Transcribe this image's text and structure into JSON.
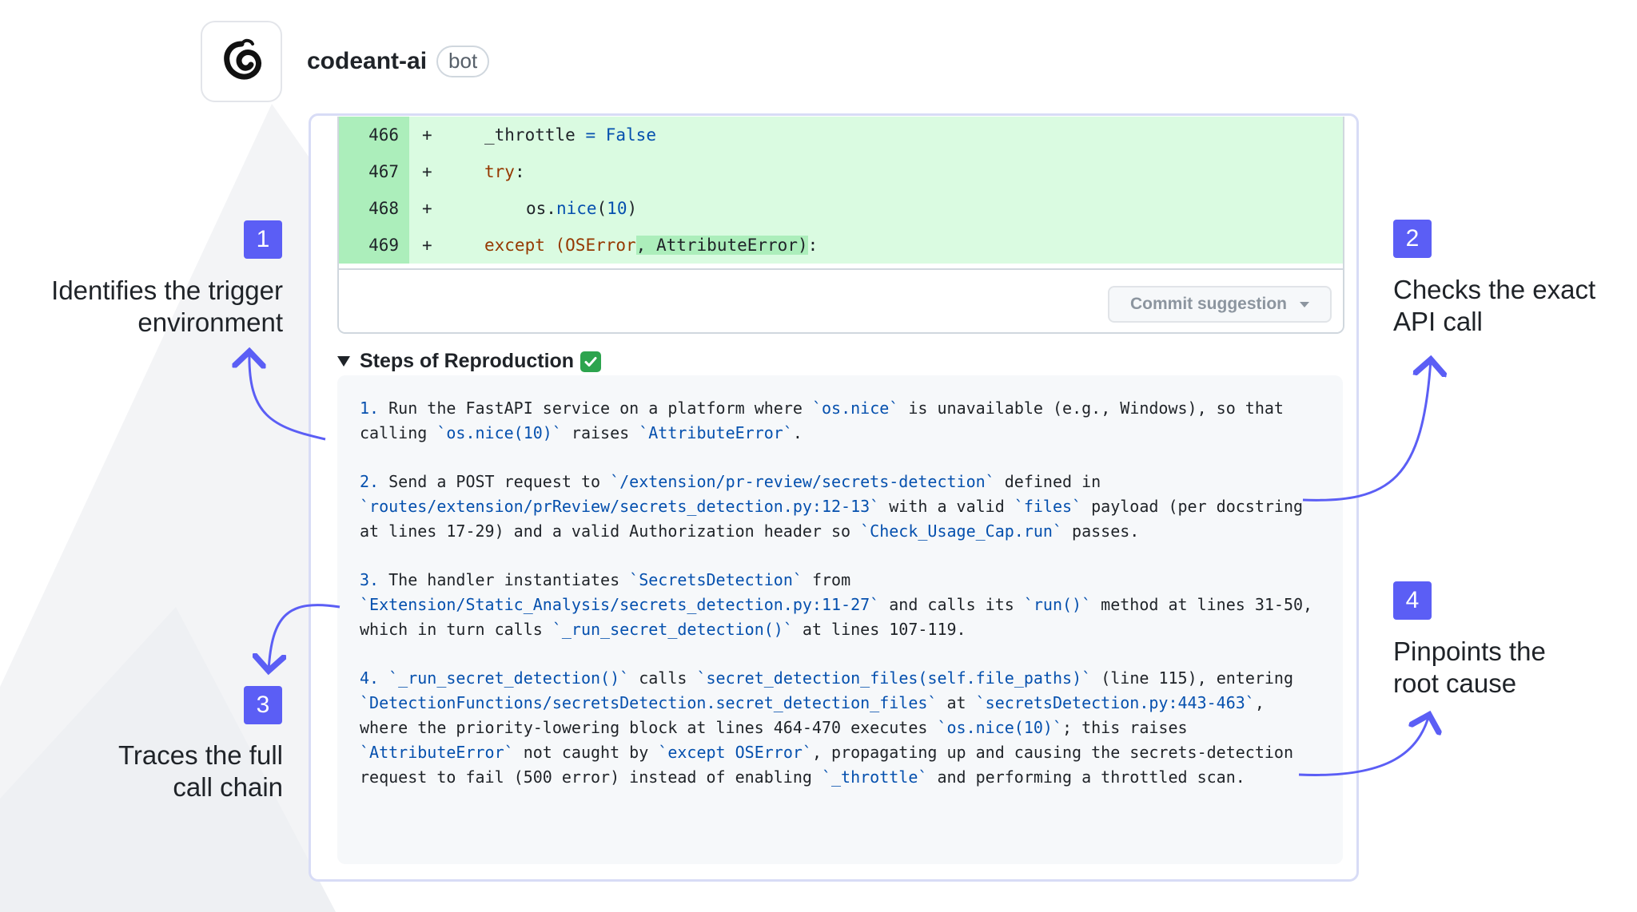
{
  "comment": {
    "author": "codeant-ai",
    "badge": "bot"
  },
  "diff": {
    "lines": [
      {
        "number": "466",
        "sign": "+",
        "code": "_throttle = False"
      },
      {
        "number": "467",
        "sign": "+",
        "code": "try:"
      },
      {
        "number": "468",
        "sign": "+",
        "code": "os.nice(10)"
      },
      {
        "number": "469",
        "sign": "+",
        "code": "except (OSError, AttributeError):"
      }
    ],
    "commit_button_label": "Commit suggestion"
  },
  "details": {
    "summary": "Steps of Reproduction",
    "steps": [
      "1. Run the FastAPI service on a platform where `os.nice` is unavailable (e.g., Windows), so that calling `os.nice(10)` raises `AttributeError`.",
      "2. Send a POST request to `/extension/pr-review/secrets-detection` defined in `routes/extension/prReview/secrets_detection.py:12-13` with a valid `files` payload (per docstring at lines 17-29) and a valid Authorization header so `Check_Usage_Cap.run` passes.",
      "3. The handler instantiates `SecretsDetection` from `Extension/Static_Analysis/secrets_detection.py:11-27` and calls its `run()` method at lines 31-50, which in turn calls `_run_secret_detection()` at lines 107-119.",
      "4. `_run_secret_detection()` calls `secret_detection_files(self.file_paths)` (line 115), entering `DetectionFunctions/secretsDetection.secret_detection_files` at `secretsDetection.py:443-463`, where the priority-lowering block at lines 464-470 executes `os.nice(10)`; this raises `AttributeError` not caught by `except OSError`, propagating up and causing the secrets-detection request to fail (500 error) instead of enabling `_throttle` and performing a throttled scan."
    ]
  },
  "annotations": [
    {
      "number": "1",
      "text_line1": "Identifies the trigger",
      "text_line2": "environment"
    },
    {
      "number": "2",
      "text_line1": "Checks the exact",
      "text_line2": "API call"
    },
    {
      "number": "3",
      "text_line1": "Traces the full",
      "text_line2": "call chain"
    },
    {
      "number": "4",
      "text_line1": "Pinpoints the",
      "text_line2": "root cause"
    }
  ],
  "colors": {
    "accent": "#5b5ef5",
    "diff_added_bg": "#dafbe1",
    "diff_added_gutter": "#aceebb",
    "code_link": "#0550ae"
  }
}
